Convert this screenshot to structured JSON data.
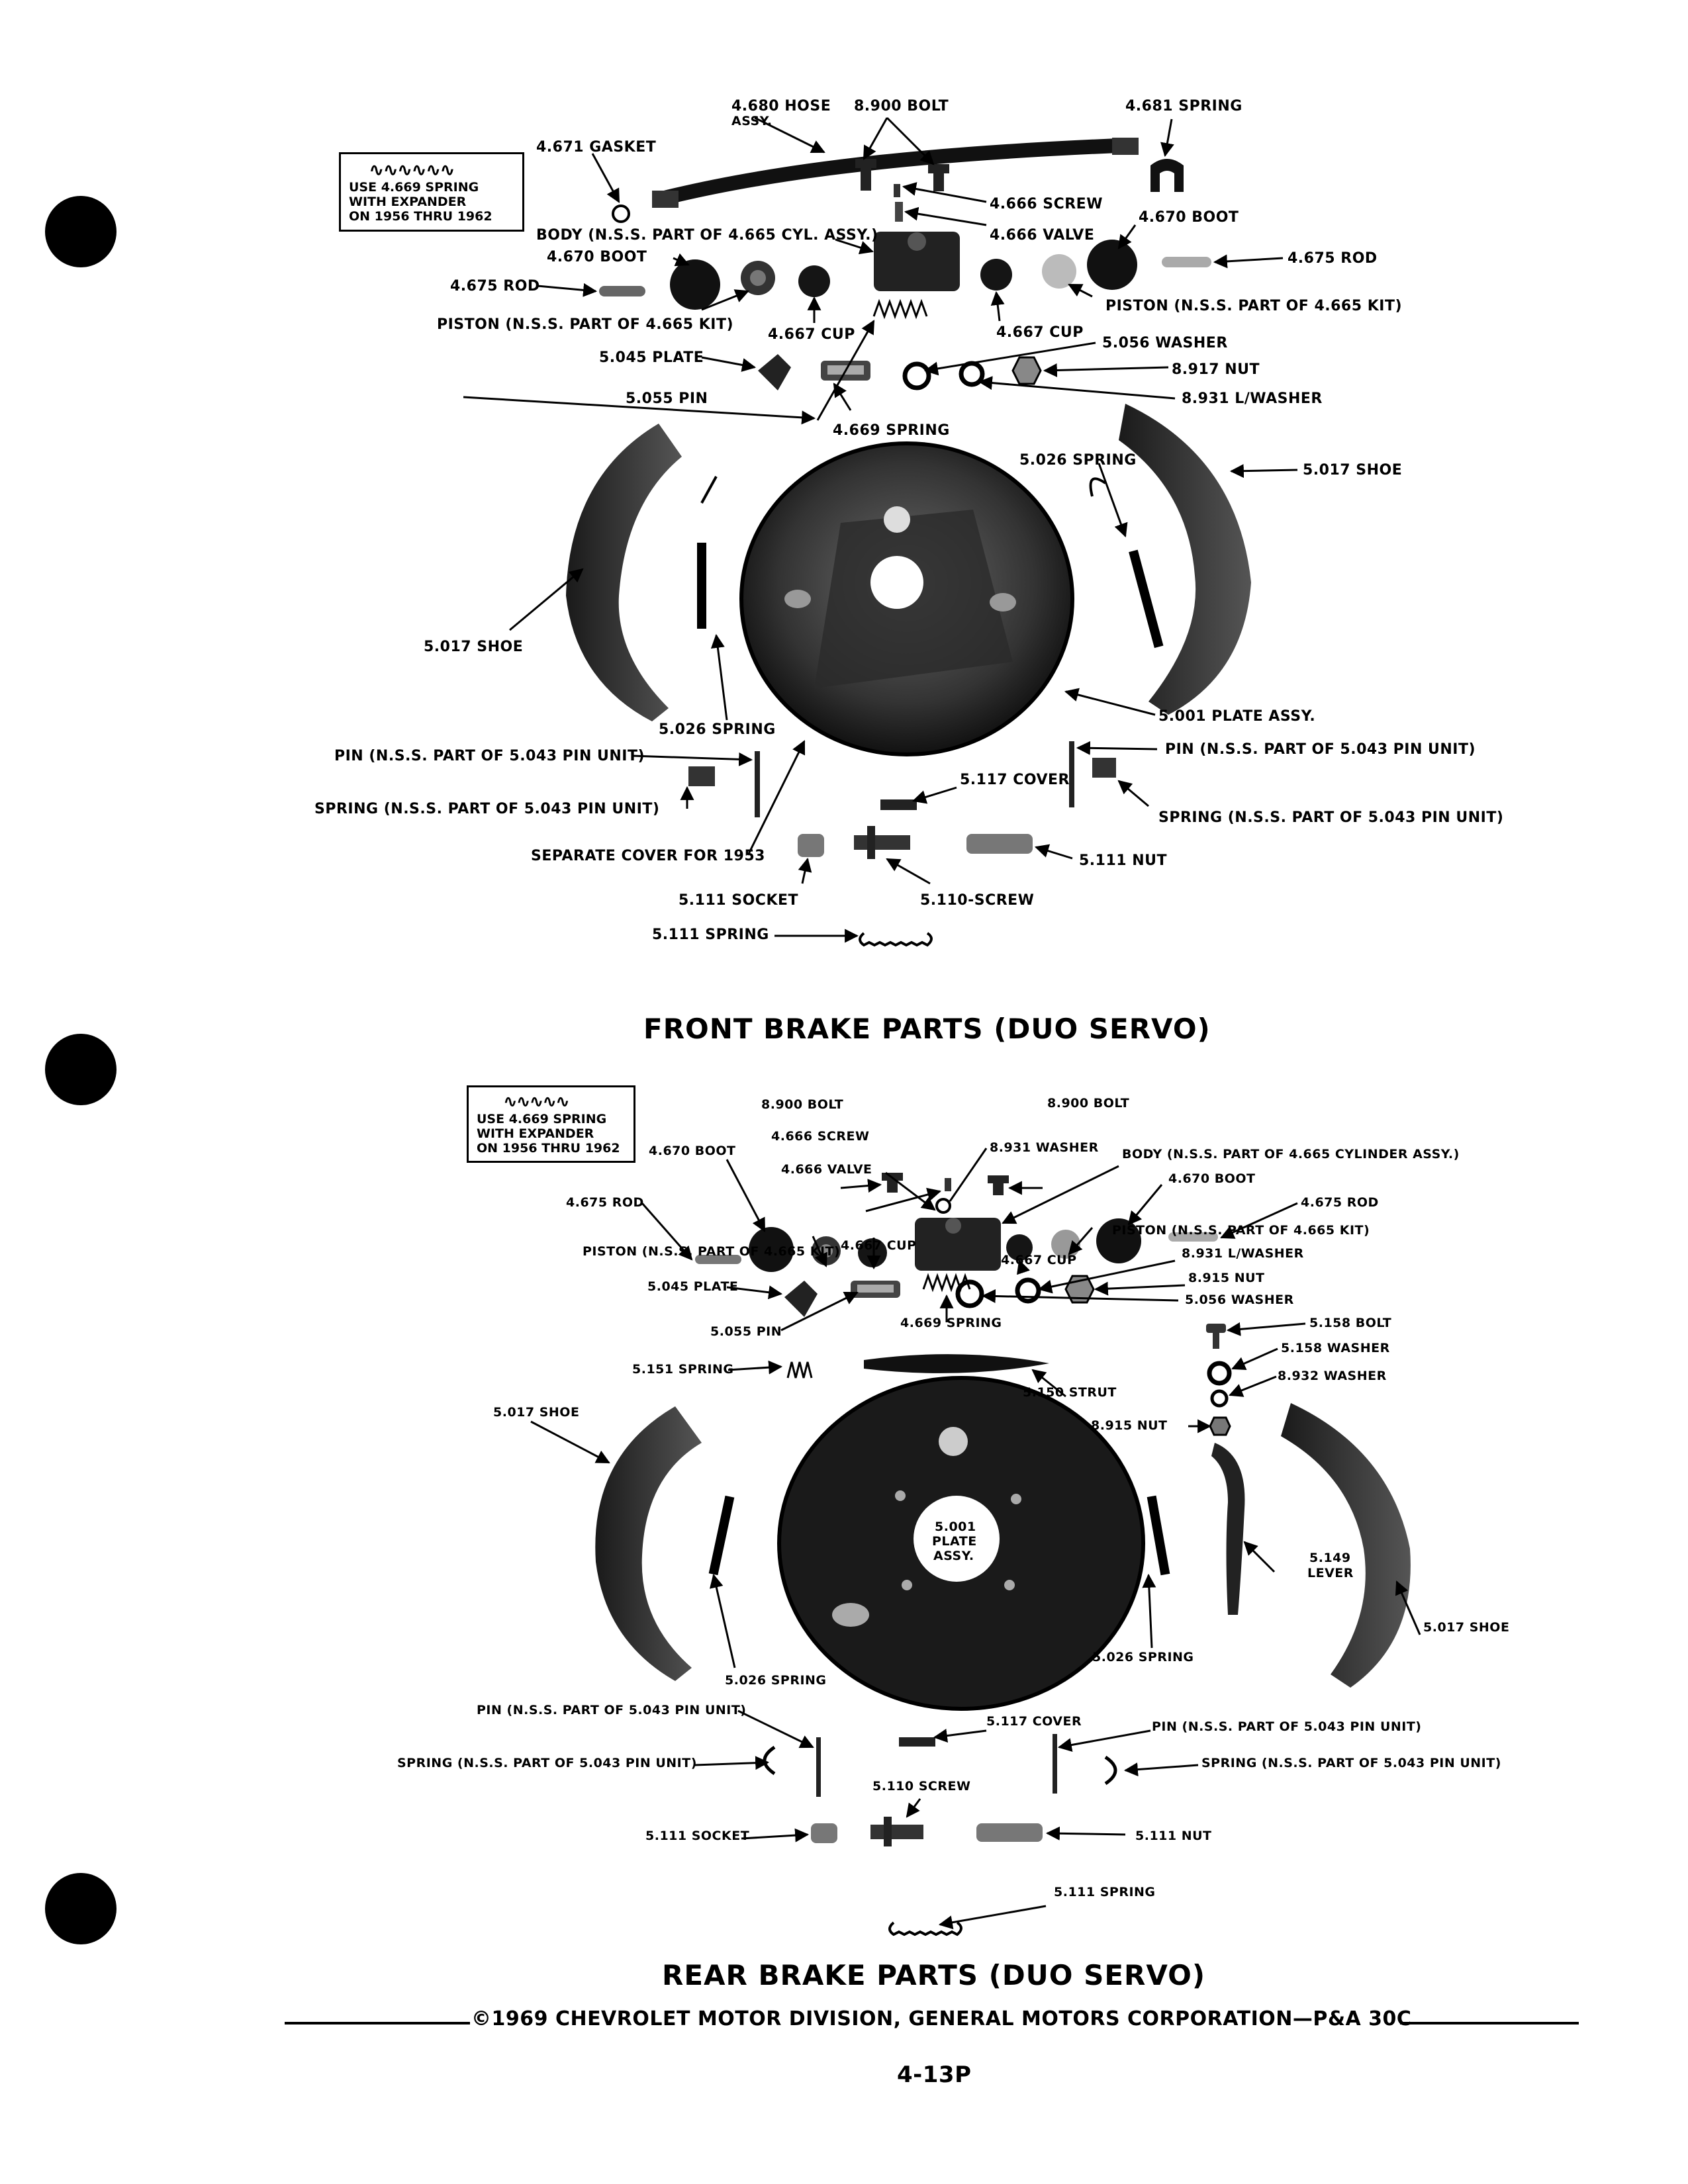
{
  "front": {
    "title": "FRONT BRAKE PARTS (DUO SERVO)",
    "note": [
      "USE 4.669 SPRING",
      "WITH EXPANDER",
      "ON 1956 THRU 1962"
    ],
    "labels": {
      "hose": "4.680 HOSE",
      "hose2": "ASSY.",
      "bolt": "8.900 BOLT",
      "spring681": "4.681 SPRING",
      "gasket": "4.671 GASKET",
      "screw": "4.666 SCREW",
      "valve": "4.666 VALVE",
      "body": "BODY (N.S.S. PART OF 4.665 CYL. ASSY.)",
      "bootL": "4.670 BOOT",
      "bootR": "4.670 BOOT",
      "rodL": "4.675 ROD",
      "rodR": "4.675 ROD",
      "pistonL": "PISTON (N.S.S. PART OF 4.665 KIT)",
      "pistonR": "PISTON (N.S.S. PART OF 4.665 KIT)",
      "cupL": "4.667 CUP",
      "cupR": "4.667 CUP",
      "washer": "5.056 WASHER",
      "plate": "5.045 PLATE",
      "nut": "8.917 NUT",
      "pin": "5.055 PIN",
      "lwasher": "8.931 L/WASHER",
      "spring669": "4.669 SPRING",
      "spring026a": "5.026 SPRING",
      "shoeR": "5.017  SHOE",
      "shoeL": "5.017  SHOE",
      "plateAssy": "5.001  PLATE ASSY.",
      "spring026b": "5.026 SPRING",
      "pinNssL": "PIN (N.S.S. PART OF 5.043 PIN UNIT)",
      "pinNssR": "PIN (N.S.S. PART OF 5.043 PIN UNIT)",
      "springNssL": "SPRING (N.S.S. PART OF 5.043 PIN UNIT)",
      "springNssR": "SPRING (N.S.S. PART OF 5.043 PIN UNIT)",
      "cover": "5.117 COVER",
      "sepCover": "SEPARATE COVER FOR 1953",
      "nut111": "5.111  NUT",
      "socket": "5.111 SOCKET",
      "screw110": "5.110-SCREW",
      "spring111": "5.111  SPRING"
    }
  },
  "rear": {
    "title": "REAR BRAKE PARTS (DUO SERVO)",
    "note": [
      "USE 4.669 SPRING",
      "WITH EXPANDER",
      "ON 1956 THRU 1962"
    ],
    "labels": {
      "boltL": "8.900 BOLT",
      "boltR": "8.900 BOLT",
      "screw": "4.666 SCREW",
      "washer931": "8.931 WASHER",
      "bootL": "4.670 BOOT",
      "valve": "4.666 VALVE",
      "body": "BODY (N.S.S. PART OF 4.665 CYLINDER ASSY.)",
      "bootR": "4.670 BOOT",
      "rodL": "4.675 ROD",
      "rodR": "4.675 ROD",
      "pistonR": "PISTON (N.S.S. PART OF 4.665 KIT)",
      "pistonL": "PISTON (N.S.S. PART OF 4.665 KIT)",
      "cupL": "4.667 CUP",
      "cupR": "4.667 CUP",
      "lwasher": "8.931 L/WASHER",
      "plate": "5.045 PLATE",
      "nut915a": "8.915 NUT",
      "washer056": "5.056 WASHER",
      "spring669": "4.669 SPRING",
      "pin": "5.055 PIN",
      "bolt158": "5.158 BOLT",
      "washer158": "5.158 WASHER",
      "spring151": "5.151 SPRING",
      "washer932": "8.932 WASHER",
      "strut": "5.150  STRUT",
      "shoeL": "5.017  SHOE",
      "nut915b": "8.915 NUT",
      "plateAssy1": "5.001",
      "plateAssy2": "PLATE",
      "plateAssy3": "ASSY.",
      "lever1": "5.149",
      "lever2": "LEVER",
      "shoeR": "5.017  SHOE",
      "spring026L": "5.026 SPRING",
      "spring026R": "5.026 SPRING",
      "pinNssL": "PIN (N.S.S. PART OF 5.043 PIN UNIT)",
      "pinNssR": "PIN (N.S.S. PART OF 5.043 PIN UNIT)",
      "cover": "5.117 COVER",
      "springNssL": "SPRING (N.S.S. PART OF 5.043 PIN UNIT)",
      "springNssR": "SPRING (N.S.S. PART OF 5.043 PIN UNIT)",
      "screw110": "5.110 SCREW",
      "socket": "5.111 SOCKET",
      "nut111": "5.111  NUT",
      "spring111": "5.111  SPRING"
    }
  },
  "footer": {
    "copyright": "©1969 CHEVROLET MOTOR DIVISION, GENERAL MOTORS CORPORATION—P&A 30C",
    "page": "4-13P"
  }
}
